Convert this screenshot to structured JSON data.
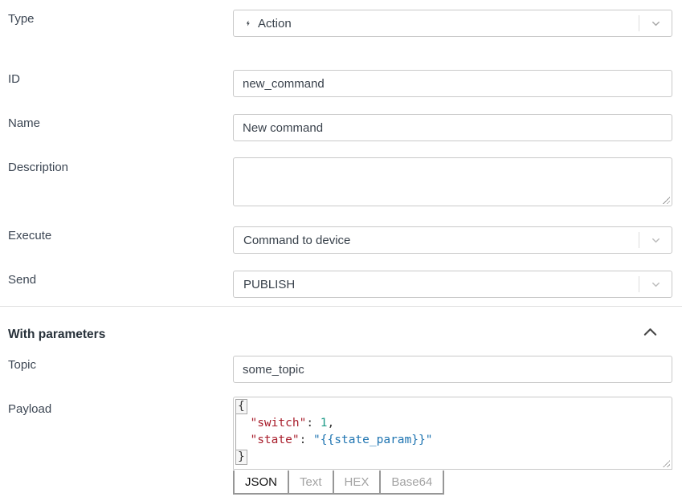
{
  "fields": {
    "type": {
      "label": "Type",
      "value": "Action"
    },
    "id": {
      "label": "ID",
      "value": "new_command"
    },
    "name": {
      "label": "Name",
      "value": "New command"
    },
    "description": {
      "label": "Description",
      "value": ""
    },
    "execute": {
      "label": "Execute",
      "value": "Command to device"
    },
    "send": {
      "label": "Send",
      "value": "PUBLISH"
    },
    "topic": {
      "label": "Topic",
      "value": "some_topic"
    },
    "payload": {
      "label": "Payload"
    }
  },
  "section": {
    "title": "With parameters"
  },
  "icons": {
    "type_icon": "lightning-bolt",
    "dropdown_icon": "chevron-down",
    "collapse_icon": "chevron-up"
  },
  "payload_editor": {
    "code": {
      "line1": "{",
      "line2_indent": "  ",
      "line2_key": "\"switch\"",
      "line2_sep": ": ",
      "line2_value": "1",
      "line2_comma": ",",
      "line3_indent": "  ",
      "line3_key": "\"state\"",
      "line3_sep": ": ",
      "line3_value": "\"{{state_param}}\"",
      "line4": "}"
    },
    "code_colors": {
      "key": "#a81d2b",
      "number": "#1d9a87",
      "string_value": "#1e74b1",
      "plain": "#333333"
    },
    "format_tabs": {
      "json": "JSON",
      "text": "Text",
      "hex": "HEX",
      "base64": "Base64"
    },
    "active_tab": "JSON"
  }
}
